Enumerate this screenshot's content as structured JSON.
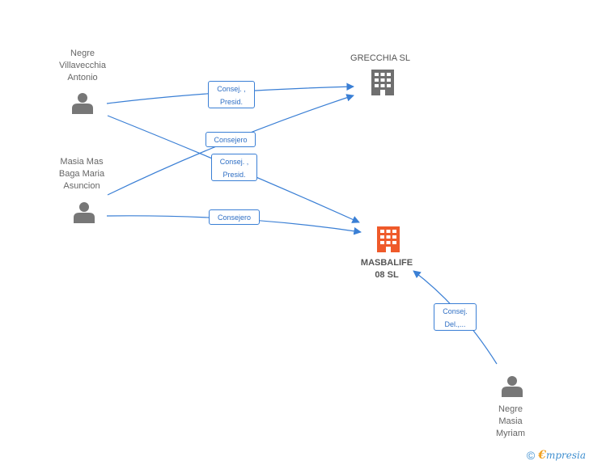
{
  "nodes": {
    "negre_villavecchia": {
      "label": "Negre\nVillavecchia\nAntonio",
      "kind": "person"
    },
    "masia_mas_baga": {
      "label": "Masia Mas\nBaga Maria\nAsuncion",
      "kind": "person"
    },
    "negre_masia_myriam": {
      "label": "Negre\nMasia\nMyriam",
      "kind": "person"
    },
    "grecchia": {
      "label": "GRECCHIA SL",
      "kind": "company"
    },
    "masbalife": {
      "label": "MASBALIFE\n08 SL",
      "kind": "company-highlight"
    }
  },
  "edges": {
    "e1": {
      "label": "Consej. ,\nPresid.",
      "from": "Negre Villavecchia Antonio",
      "to": "GRECCHIA SL"
    },
    "e2": {
      "label": "Consejero",
      "from": "Masia Mas Baga Maria Asuncion",
      "to": "GRECCHIA SL"
    },
    "e3": {
      "label": "Consej. ,\nPresid.",
      "from": "Negre Villavecchia Antonio",
      "to": "MASBALIFE 08 SL"
    },
    "e4": {
      "label": "Consejero",
      "from": "Masia Mas Baga Maria Asuncion",
      "to": "MASBALIFE 08 SL"
    },
    "e5": {
      "label": "Consej.\nDel.,...",
      "from": "Negre Masia Myriam",
      "to": "MASBALIFE 08 SL"
    }
  },
  "colors": {
    "edge": "#3a7fd5",
    "person_icon": "#777777",
    "company_icon": "#6f6f6f",
    "highlight_icon": "#ef5a2a"
  },
  "footer": {
    "copyright": "©",
    "brand_first": "€",
    "brand_rest": "mpresia"
  }
}
